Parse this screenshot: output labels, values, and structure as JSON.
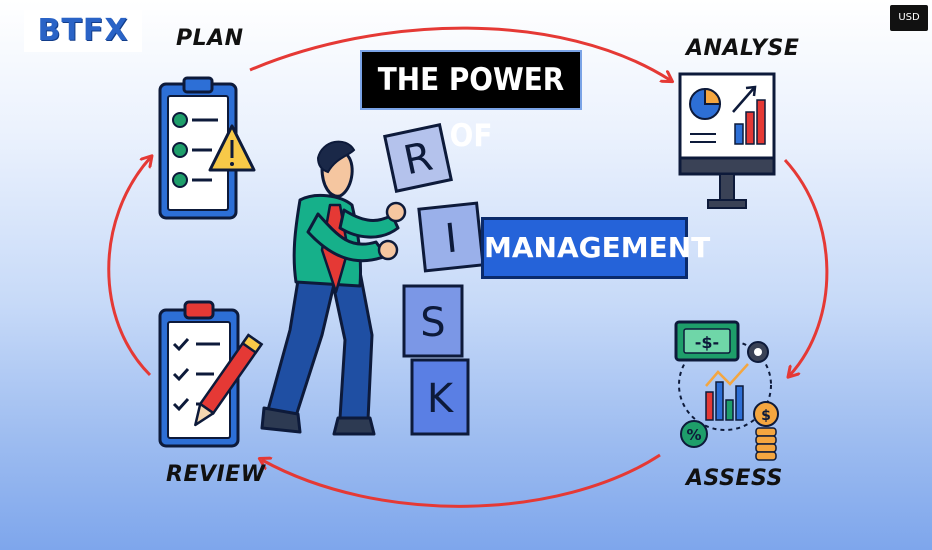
{
  "brand": {
    "logo_text": "BTFX"
  },
  "header": {
    "currency_button": "USD"
  },
  "title": {
    "line1": "THE POWER OF",
    "blocks": [
      "R",
      "I",
      "S",
      "K"
    ],
    "line2": "MANAGEMENT"
  },
  "cycle": {
    "steps": [
      {
        "label": "PLAN",
        "icon": "clipboard-checklist-warning-icon"
      },
      {
        "label": "ANALYSE",
        "icon": "monitor-pie-bar-chart-icon"
      },
      {
        "label": "ASSESS",
        "icon": "money-gear-chart-coins-icon"
      },
      {
        "label": "REVIEW",
        "icon": "clipboard-pencil-icon"
      }
    ],
    "arrow_color": "#e53935"
  },
  "colors": {
    "accent": "#2563d9",
    "block_fill": "#9ab0ea",
    "person_shirt": "#16b08a",
    "person_pants": "#1f4fa3"
  }
}
